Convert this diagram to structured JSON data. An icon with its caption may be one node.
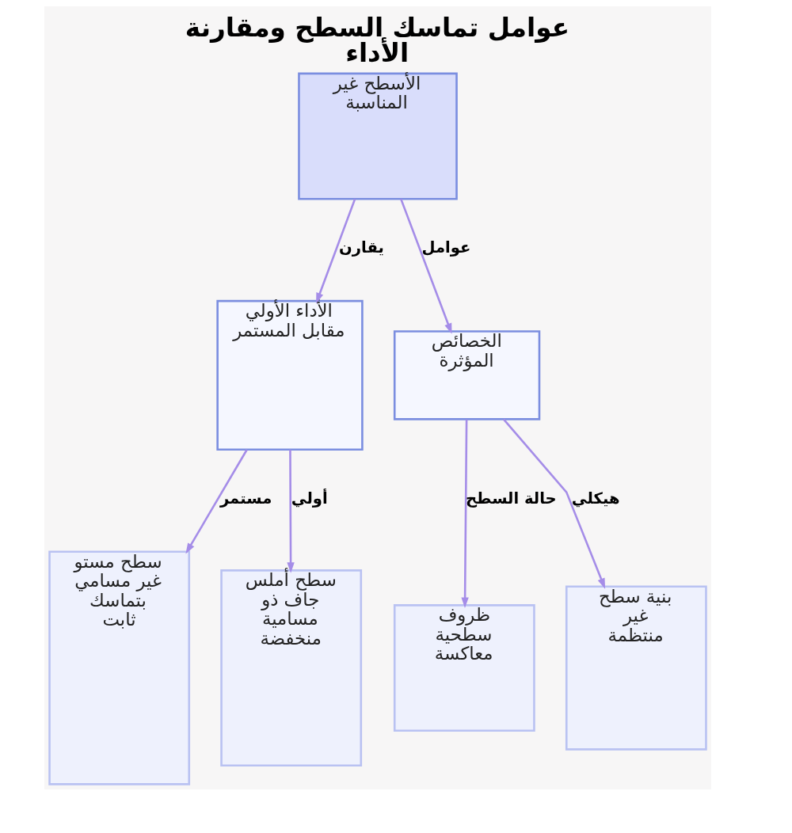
{
  "diagram": {
    "title": "عوامل تماسك السطح ومقارنة الأداء",
    "nodes": [
      {
        "text": [
          "الأسطح غير المناسبة"
        ]
      },
      {
        "text": [
          "الأداء الأولي مقابل المستمر"
        ]
      },
      {
        "text": [
          "الخصائص المؤثرة"
        ]
      },
      {
        "text": [
          "سطح مستو غير مسامي بتماسك ثابت"
        ]
      },
      {
        "text": [
          "سطح أملس جاف ذو مسامية منخفضة"
        ]
      },
      {
        "text": [
          "ظروف سطحية معاكسة"
        ]
      },
      {
        "text": [
          "بنية سطح غير منتظمة"
        ]
      }
    ],
    "edges": [
      {
        "from": 0,
        "to": 1,
        "arrow": "to",
        "label": "يقارن"
      },
      {
        "from": 0,
        "to": 2,
        "arrow": "to",
        "label": "عوامل"
      },
      {
        "from": 1,
        "to": 3,
        "arrow": "to",
        "label": "مستمر"
      },
      {
        "from": 1,
        "to": 4,
        "arrow": "to",
        "label": "أولي"
      },
      {
        "from": 2,
        "to": 5,
        "arrow": "to",
        "label": "حالة السطح"
      },
      {
        "from": 2,
        "to": 6,
        "arrow": "to",
        "label": "هيكلي"
      }
    ]
  }
}
